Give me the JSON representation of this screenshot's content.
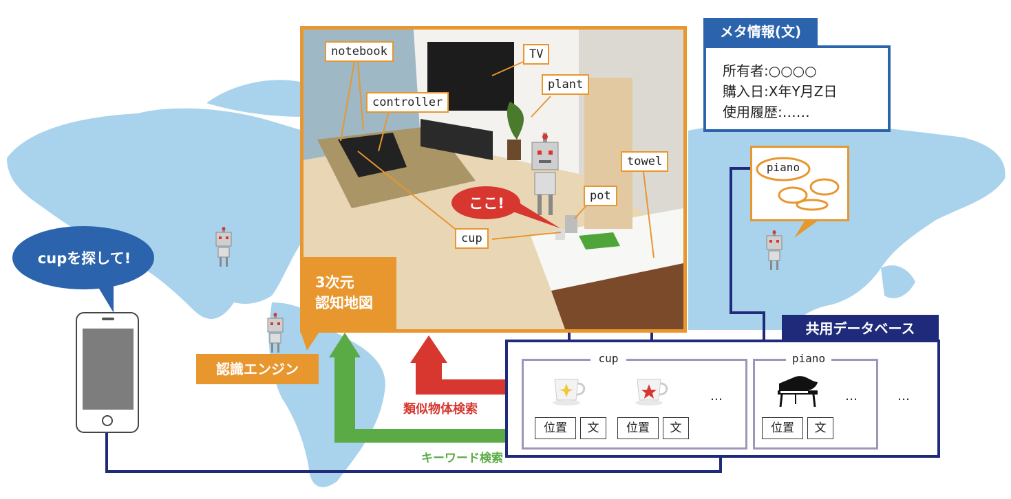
{
  "colors": {
    "orange": "#e8962e",
    "navy": "#1f2a7a",
    "blue": "#2b63ad",
    "red": "#d7372e",
    "green": "#5aab46",
    "map": "#a9d3ed",
    "group_border": "#9a98b8"
  },
  "scene": {
    "labels": {
      "notebook": "notebook",
      "tv": "TV",
      "plant": "plant",
      "controller": "controller",
      "towel": "towel",
      "pot": "pot",
      "cup": "cup"
    },
    "speech": "ここ!",
    "map_title_line1": "3次元",
    "map_title_line2": "認知地図"
  },
  "engine_label": "認識エンジン",
  "phone": {
    "bubble": "cupを探して!"
  },
  "meta": {
    "header": "メタ情報(文)",
    "lines": [
      "所有者:○○○○",
      "購入日:X年Y月Z日",
      "使用履歴:……"
    ]
  },
  "thought": {
    "word": "piano"
  },
  "database": {
    "header": "共用データベース",
    "groups": [
      {
        "name": "cup",
        "tags": [
          "位置",
          "文",
          "位置",
          "文"
        ],
        "more": "…"
      },
      {
        "name": "piano",
        "tags": [
          "位置",
          "文"
        ],
        "more": [
          "…",
          "…"
        ]
      }
    ]
  },
  "arrows": {
    "similar_search": "類似物体検索",
    "keyword_search": "キーワード検索"
  },
  "icons": [
    "robot-icon",
    "cup-icon",
    "star-cup-icon",
    "piano-icon",
    "smartphone-icon"
  ]
}
